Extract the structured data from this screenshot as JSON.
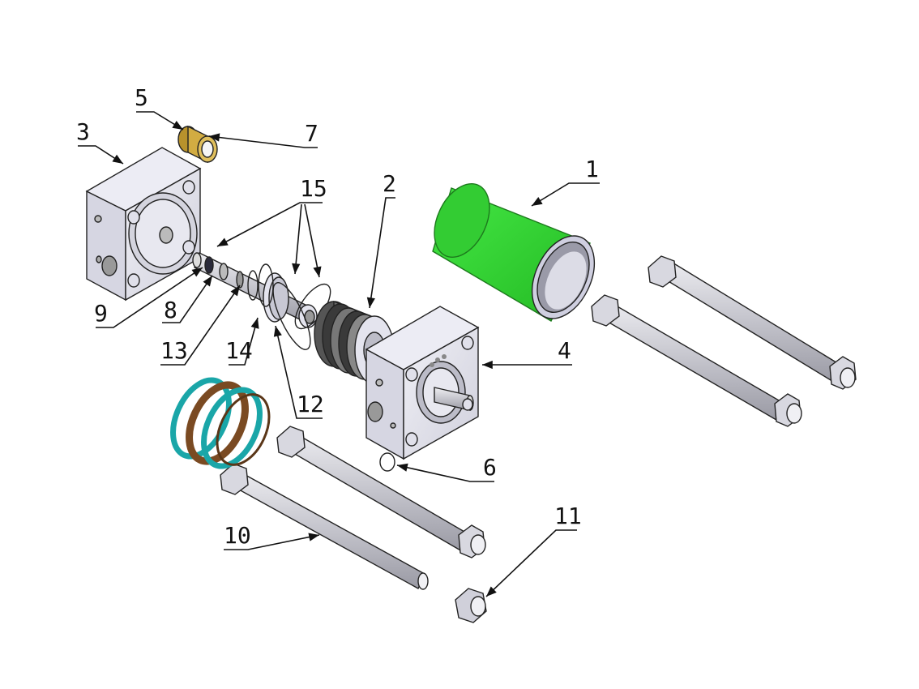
{
  "colors": {
    "cylinder_tube": "#2fd52f",
    "housing": "#e4e4ee",
    "housing_shade": "#c9c9d6",
    "rod": "#c4c4cc",
    "bushing": "#c9a238",
    "seal_teal": "#1aa6a8",
    "seal_brown": "#7a4a22",
    "outline": "#222222"
  },
  "labels": {
    "l1": "1",
    "l2": "2",
    "l3": "3",
    "l4": "4",
    "l5": "5",
    "l6": "6",
    "l7": "7",
    "l8": "8",
    "l9": "9",
    "l10": "10",
    "l11": "11",
    "l12": "12",
    "l13": "13",
    "l14": "14",
    "l15": "15"
  }
}
